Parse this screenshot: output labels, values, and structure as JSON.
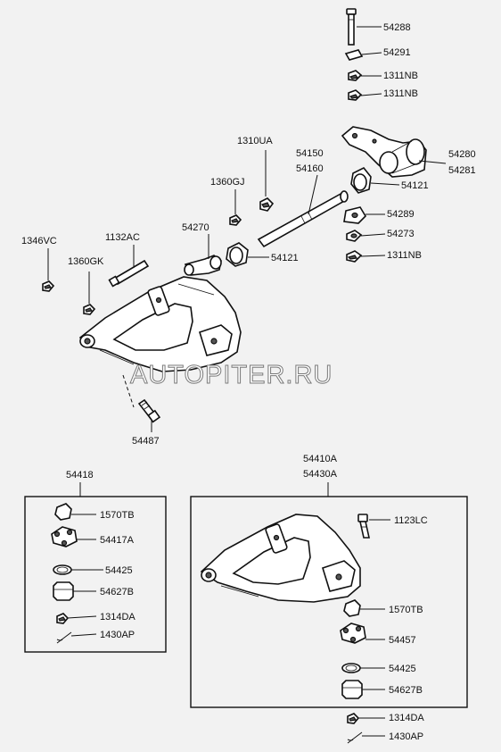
{
  "labels": {
    "p54288": "54288",
    "p54291": "54291",
    "p1311nb_a": "1311NB",
    "p1311nb_b": "1311NB",
    "p1310ua": "1310UA",
    "p54150": "54150",
    "p54160": "54160",
    "p54280": "54280",
    "p54281": "54281",
    "p1360gj": "1360GJ",
    "p54121_a": "54121",
    "p54289": "54289",
    "p54273": "54273",
    "p1311nb_c": "1311NB",
    "p54270": "54270",
    "p54121_b": "54121",
    "p1346vc": "1346VC",
    "p1132ac": "1132AC",
    "p1360gk": "1360GK",
    "p54487": "54487",
    "p54418": "54418",
    "p1570tb_a": "1570TB",
    "p54417a": "54417A",
    "p54425_a": "54425",
    "p54627b_a": "54627B",
    "p1314da_a": "1314DA",
    "p1430ap_a": "1430AP",
    "p54410a": "54410A",
    "p54430a": "54430A",
    "p1123lc": "1123LC",
    "p1570tb_b": "1570TB",
    "p54457": "54457",
    "p54425_b": "54425",
    "p54627b_b": "54627B",
    "p1314da_b": "1314DA",
    "p1430ap_b": "1430AP"
  },
  "watermark": "AUTOPITER.RU",
  "colors": {
    "background": "#f2f2f2",
    "line": "#111111",
    "watermark_outline": "#7a7a7a"
  }
}
